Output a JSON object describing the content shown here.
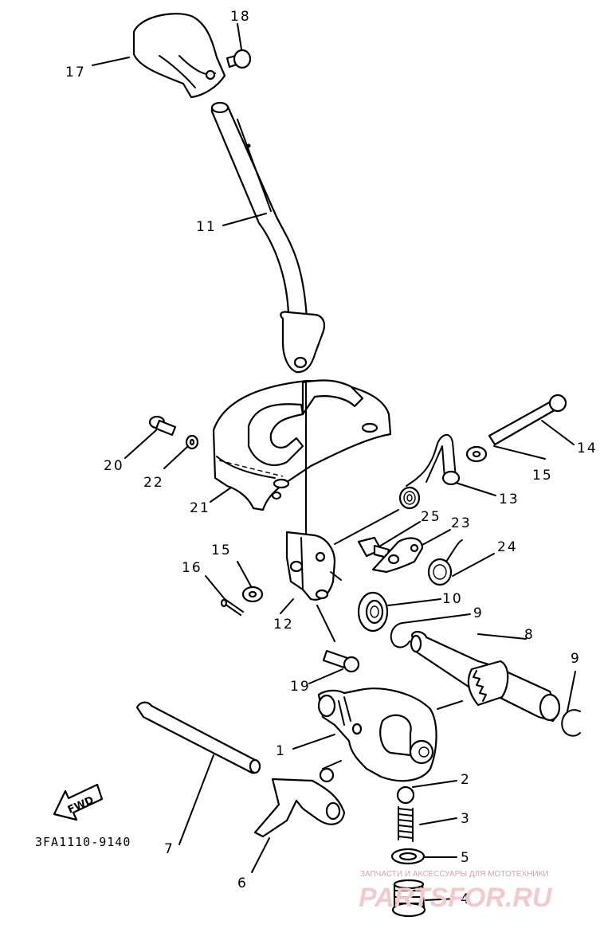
{
  "diagram": {
    "code_label": "3FA1110-9140",
    "fwd_label": "FWD",
    "callouts": {
      "c1": "1",
      "c2": "2",
      "c3": "3",
      "c4": "4",
      "c5": "5",
      "c6": "6",
      "c7": "7",
      "c8": "8",
      "c9a": "9",
      "c9b": "9",
      "c10": "10",
      "c11": "11",
      "c12": "12",
      "c13": "13",
      "c14": "14",
      "c15a": "15",
      "c15b": "15",
      "c16": "16",
      "c17": "17",
      "c18": "18",
      "c19": "19",
      "c20": "20",
      "c21": "21",
      "c22": "22",
      "c23": "23",
      "c24": "24",
      "c25": "25"
    }
  },
  "watermark": {
    "tagline": "ЗАПЧАСТИ И АКСЕССУАРЫ ДЛЯ МОТОТЕХНИКИ",
    "brand": "PARTSFOR.RU"
  }
}
